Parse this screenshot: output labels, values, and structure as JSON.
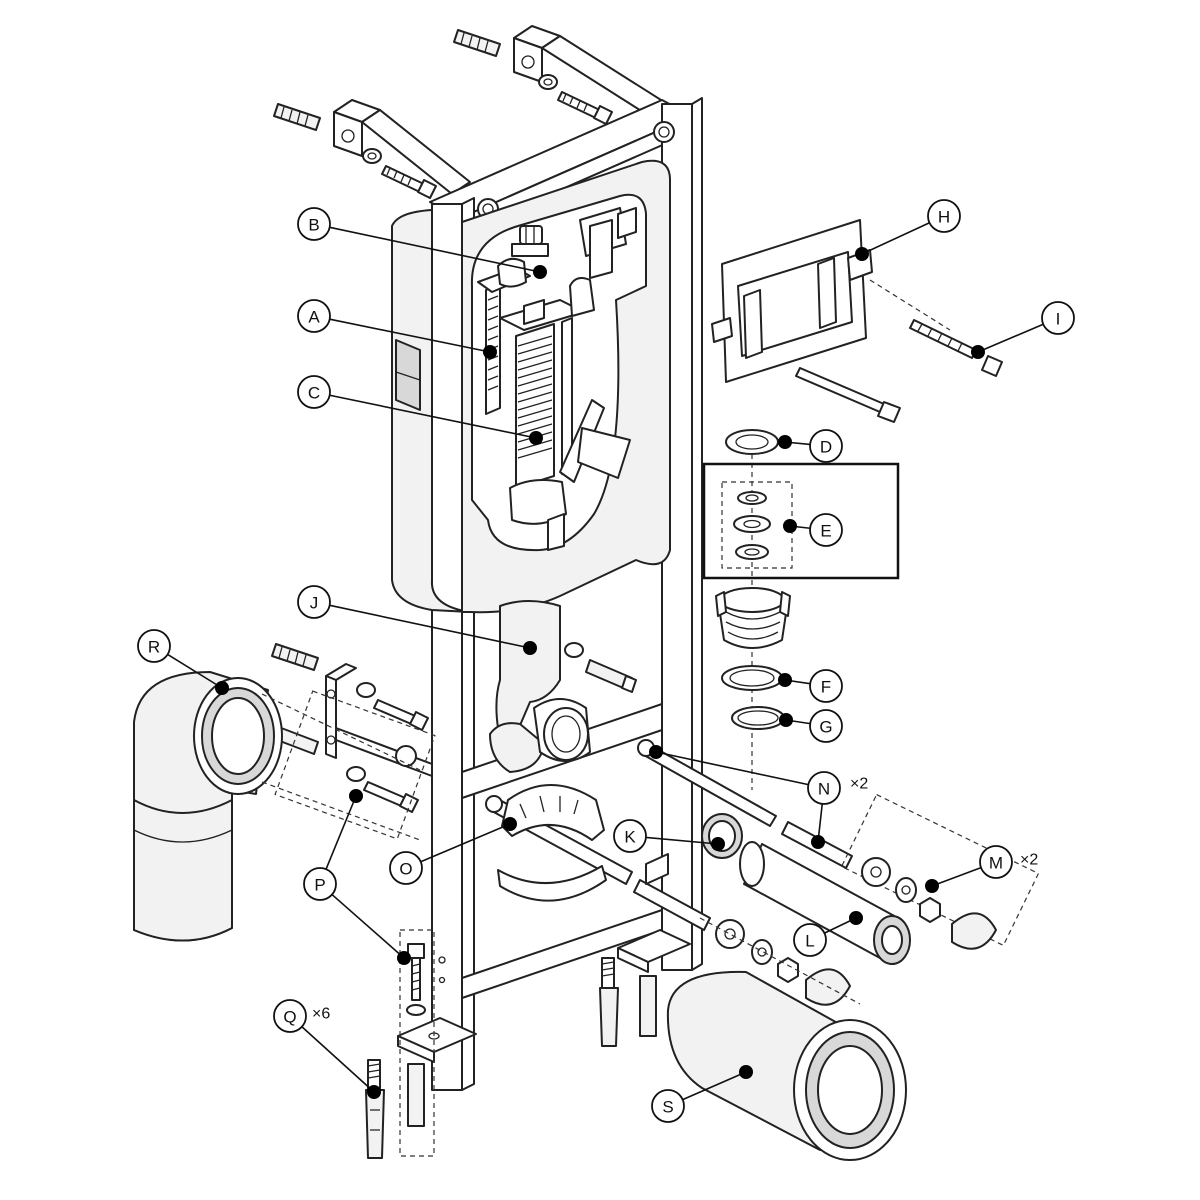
{
  "callouts": [
    {
      "id": "A",
      "label": "A"
    },
    {
      "id": "B",
      "label": "B"
    },
    {
      "id": "C",
      "label": "C"
    },
    {
      "id": "D",
      "label": "D"
    },
    {
      "id": "E",
      "label": "E"
    },
    {
      "id": "F",
      "label": "F"
    },
    {
      "id": "G",
      "label": "G"
    },
    {
      "id": "H",
      "label": "H"
    },
    {
      "id": "I",
      "label": "I"
    },
    {
      "id": "J",
      "label": "J"
    },
    {
      "id": "K",
      "label": "K"
    },
    {
      "id": "L",
      "label": "L"
    },
    {
      "id": "M",
      "label": "M"
    },
    {
      "id": "N",
      "label": "N"
    },
    {
      "id": "O",
      "label": "O"
    },
    {
      "id": "P",
      "label": "P"
    },
    {
      "id": "Q",
      "label": "Q"
    },
    {
      "id": "R",
      "label": "R"
    },
    {
      "id": "S",
      "label": "S"
    }
  ],
  "quantities": {
    "N": "×2",
    "M": "×2",
    "Q": "×6"
  }
}
